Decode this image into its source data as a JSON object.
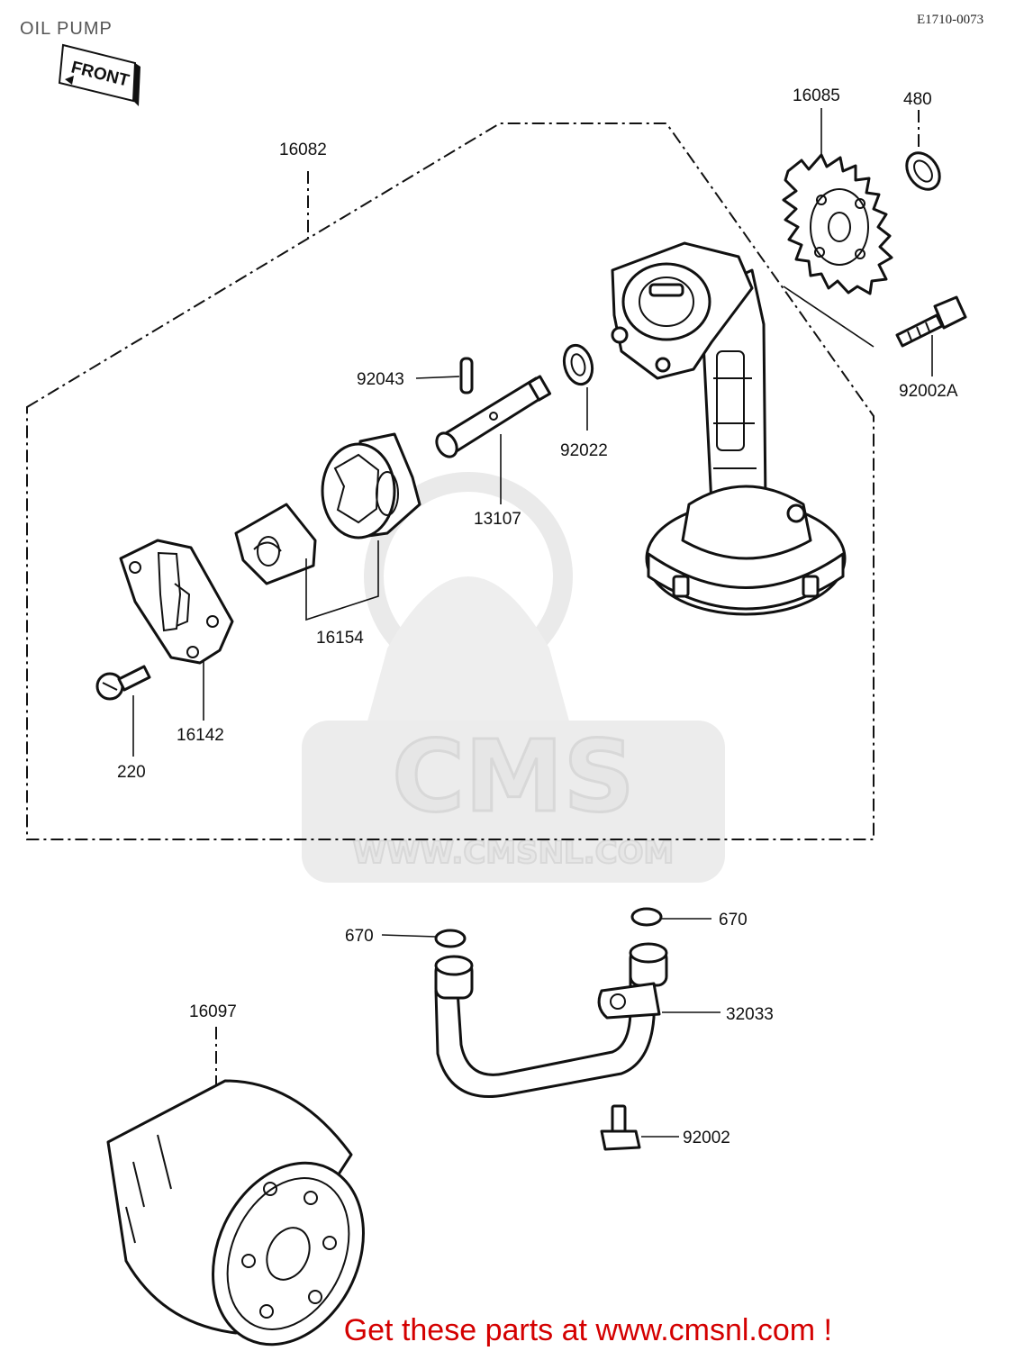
{
  "header": {
    "title": "OIL PUMP",
    "drawing_code": "E1710-0073",
    "front_tag": "FRONT"
  },
  "labels": {
    "p16082": "16082",
    "p16085": "16085",
    "p480": "480",
    "p92002A": "92002A",
    "p92043": "92043",
    "p92022": "92022",
    "p13107": "13107",
    "p16154": "16154",
    "p16142": "16142",
    "p220": "220",
    "p670_left": "670",
    "p670_right": "670",
    "p32033": "32033",
    "p16097": "16097",
    "p92002": "92002"
  },
  "watermark": {
    "brand": "CMS",
    "url": "WWW.CMSNL.COM"
  },
  "footer": {
    "promo": "Get these parts at www.cmsnl.com !"
  },
  "colors": {
    "promo": "#d40000",
    "watermark": "#e6e6e6",
    "line": "#111111"
  }
}
